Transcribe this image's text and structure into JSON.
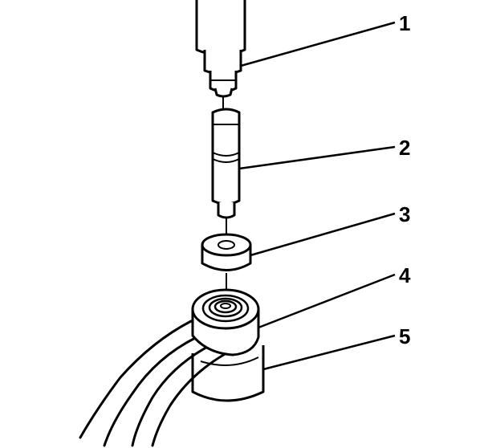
{
  "callouts": [
    {
      "number": "1",
      "refers_to": "press-ram"
    },
    {
      "number": "2",
      "refers_to": "driver-tool"
    },
    {
      "number": "3",
      "refers_to": "bushing"
    },
    {
      "number": "4",
      "refers_to": "control-arm-bushing-eye"
    },
    {
      "number": "5",
      "refers_to": "receiver-cup"
    }
  ],
  "colors": {
    "line": "#000000",
    "fill": "#ffffff"
  }
}
